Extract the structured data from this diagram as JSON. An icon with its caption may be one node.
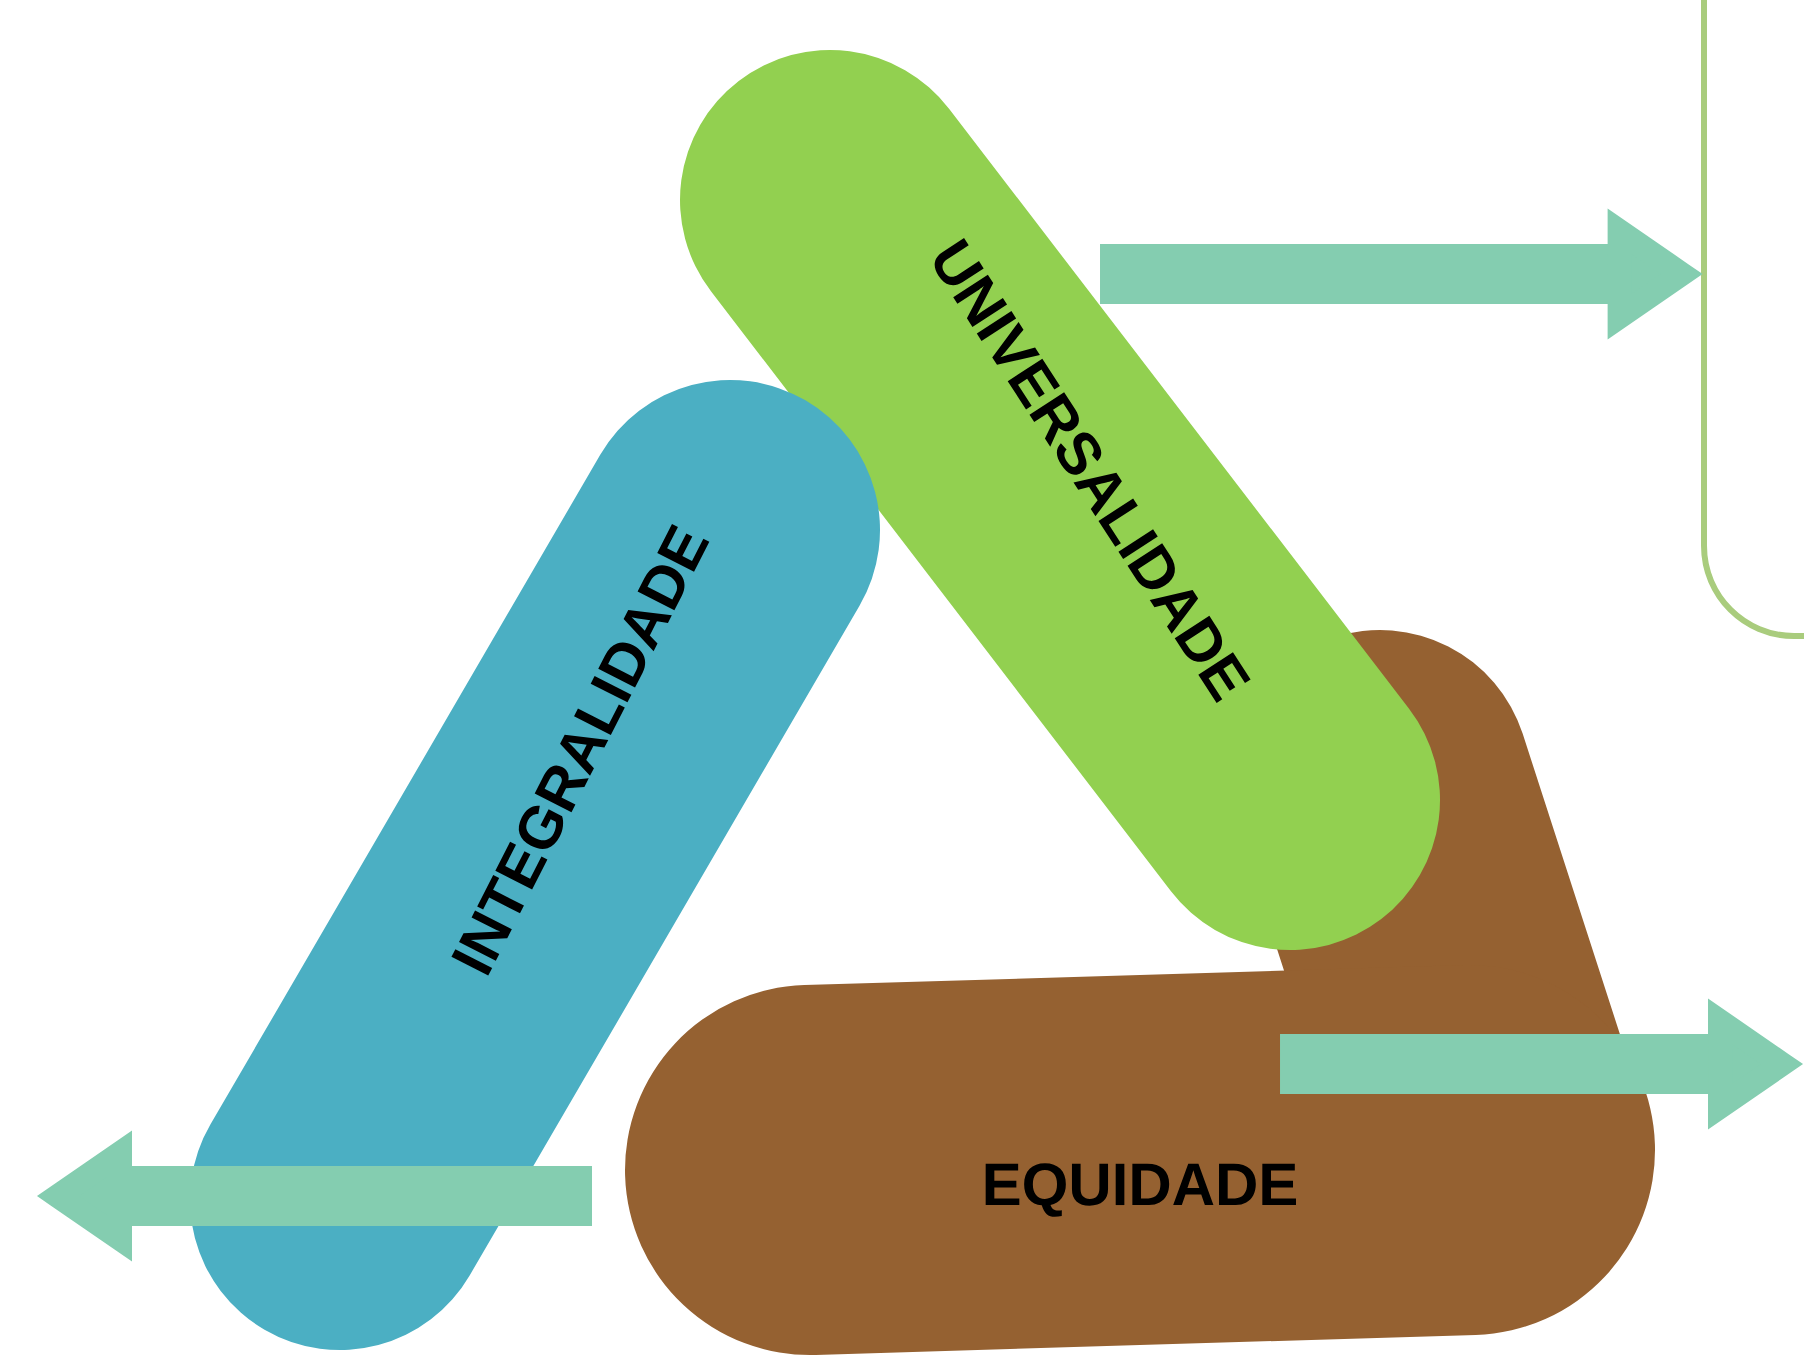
{
  "diagram": {
    "nodes": [
      {
        "text": [
          "UNIVERSALIDADE"
        ]
      },
      {
        "text": [
          "INTEGRALIDADE"
        ]
      },
      {
        "text": [
          "EQUIDADE"
        ]
      },
      {
        "text": [],
        "shape": "box"
      }
    ],
    "edges": [
      {
        "from": 0,
        "to": 3,
        "arrow": "to"
      },
      {
        "from": 2,
        "to": null,
        "arrow": "to"
      },
      {
        "from": 1,
        "to": null,
        "arrow": "to"
      }
    ]
  }
}
